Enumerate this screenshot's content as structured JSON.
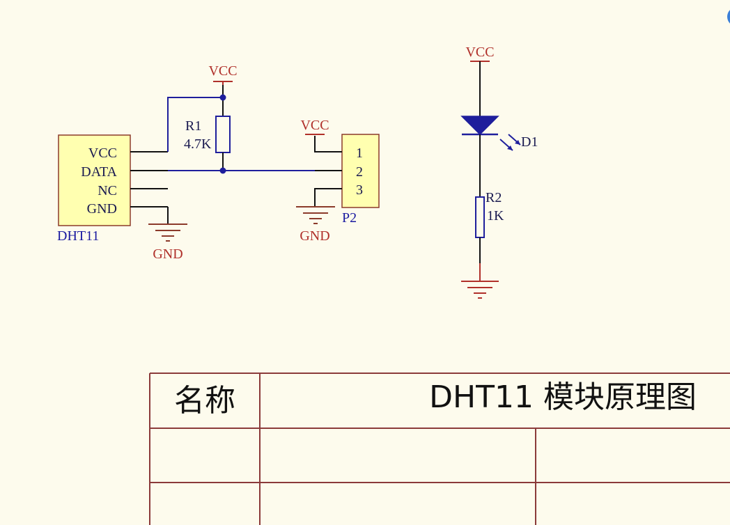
{
  "sensor": {
    "pins": [
      "VCC",
      "DATA",
      "NC",
      "GND"
    ],
    "designator": "DHT11"
  },
  "r1": {
    "ref": "R1",
    "value": "4.7K"
  },
  "r2": {
    "ref": "R2",
    "value": "1K"
  },
  "connector": {
    "pins": [
      "1",
      "2",
      "3"
    ],
    "designator": "P2"
  },
  "led": {
    "ref": "D1"
  },
  "power": {
    "vcc": "VCC",
    "gnd": "GND"
  },
  "title_block": {
    "name_label": "名称",
    "title": "DHT11 模块原理图"
  },
  "colors": {
    "background": "#fdfbed",
    "component_fill": "#ffffb0",
    "component_border": "#8b3a2a",
    "wire": "#1e1e9c",
    "power_port": "#b0302a",
    "title_block_line": "#8b3a3a"
  }
}
